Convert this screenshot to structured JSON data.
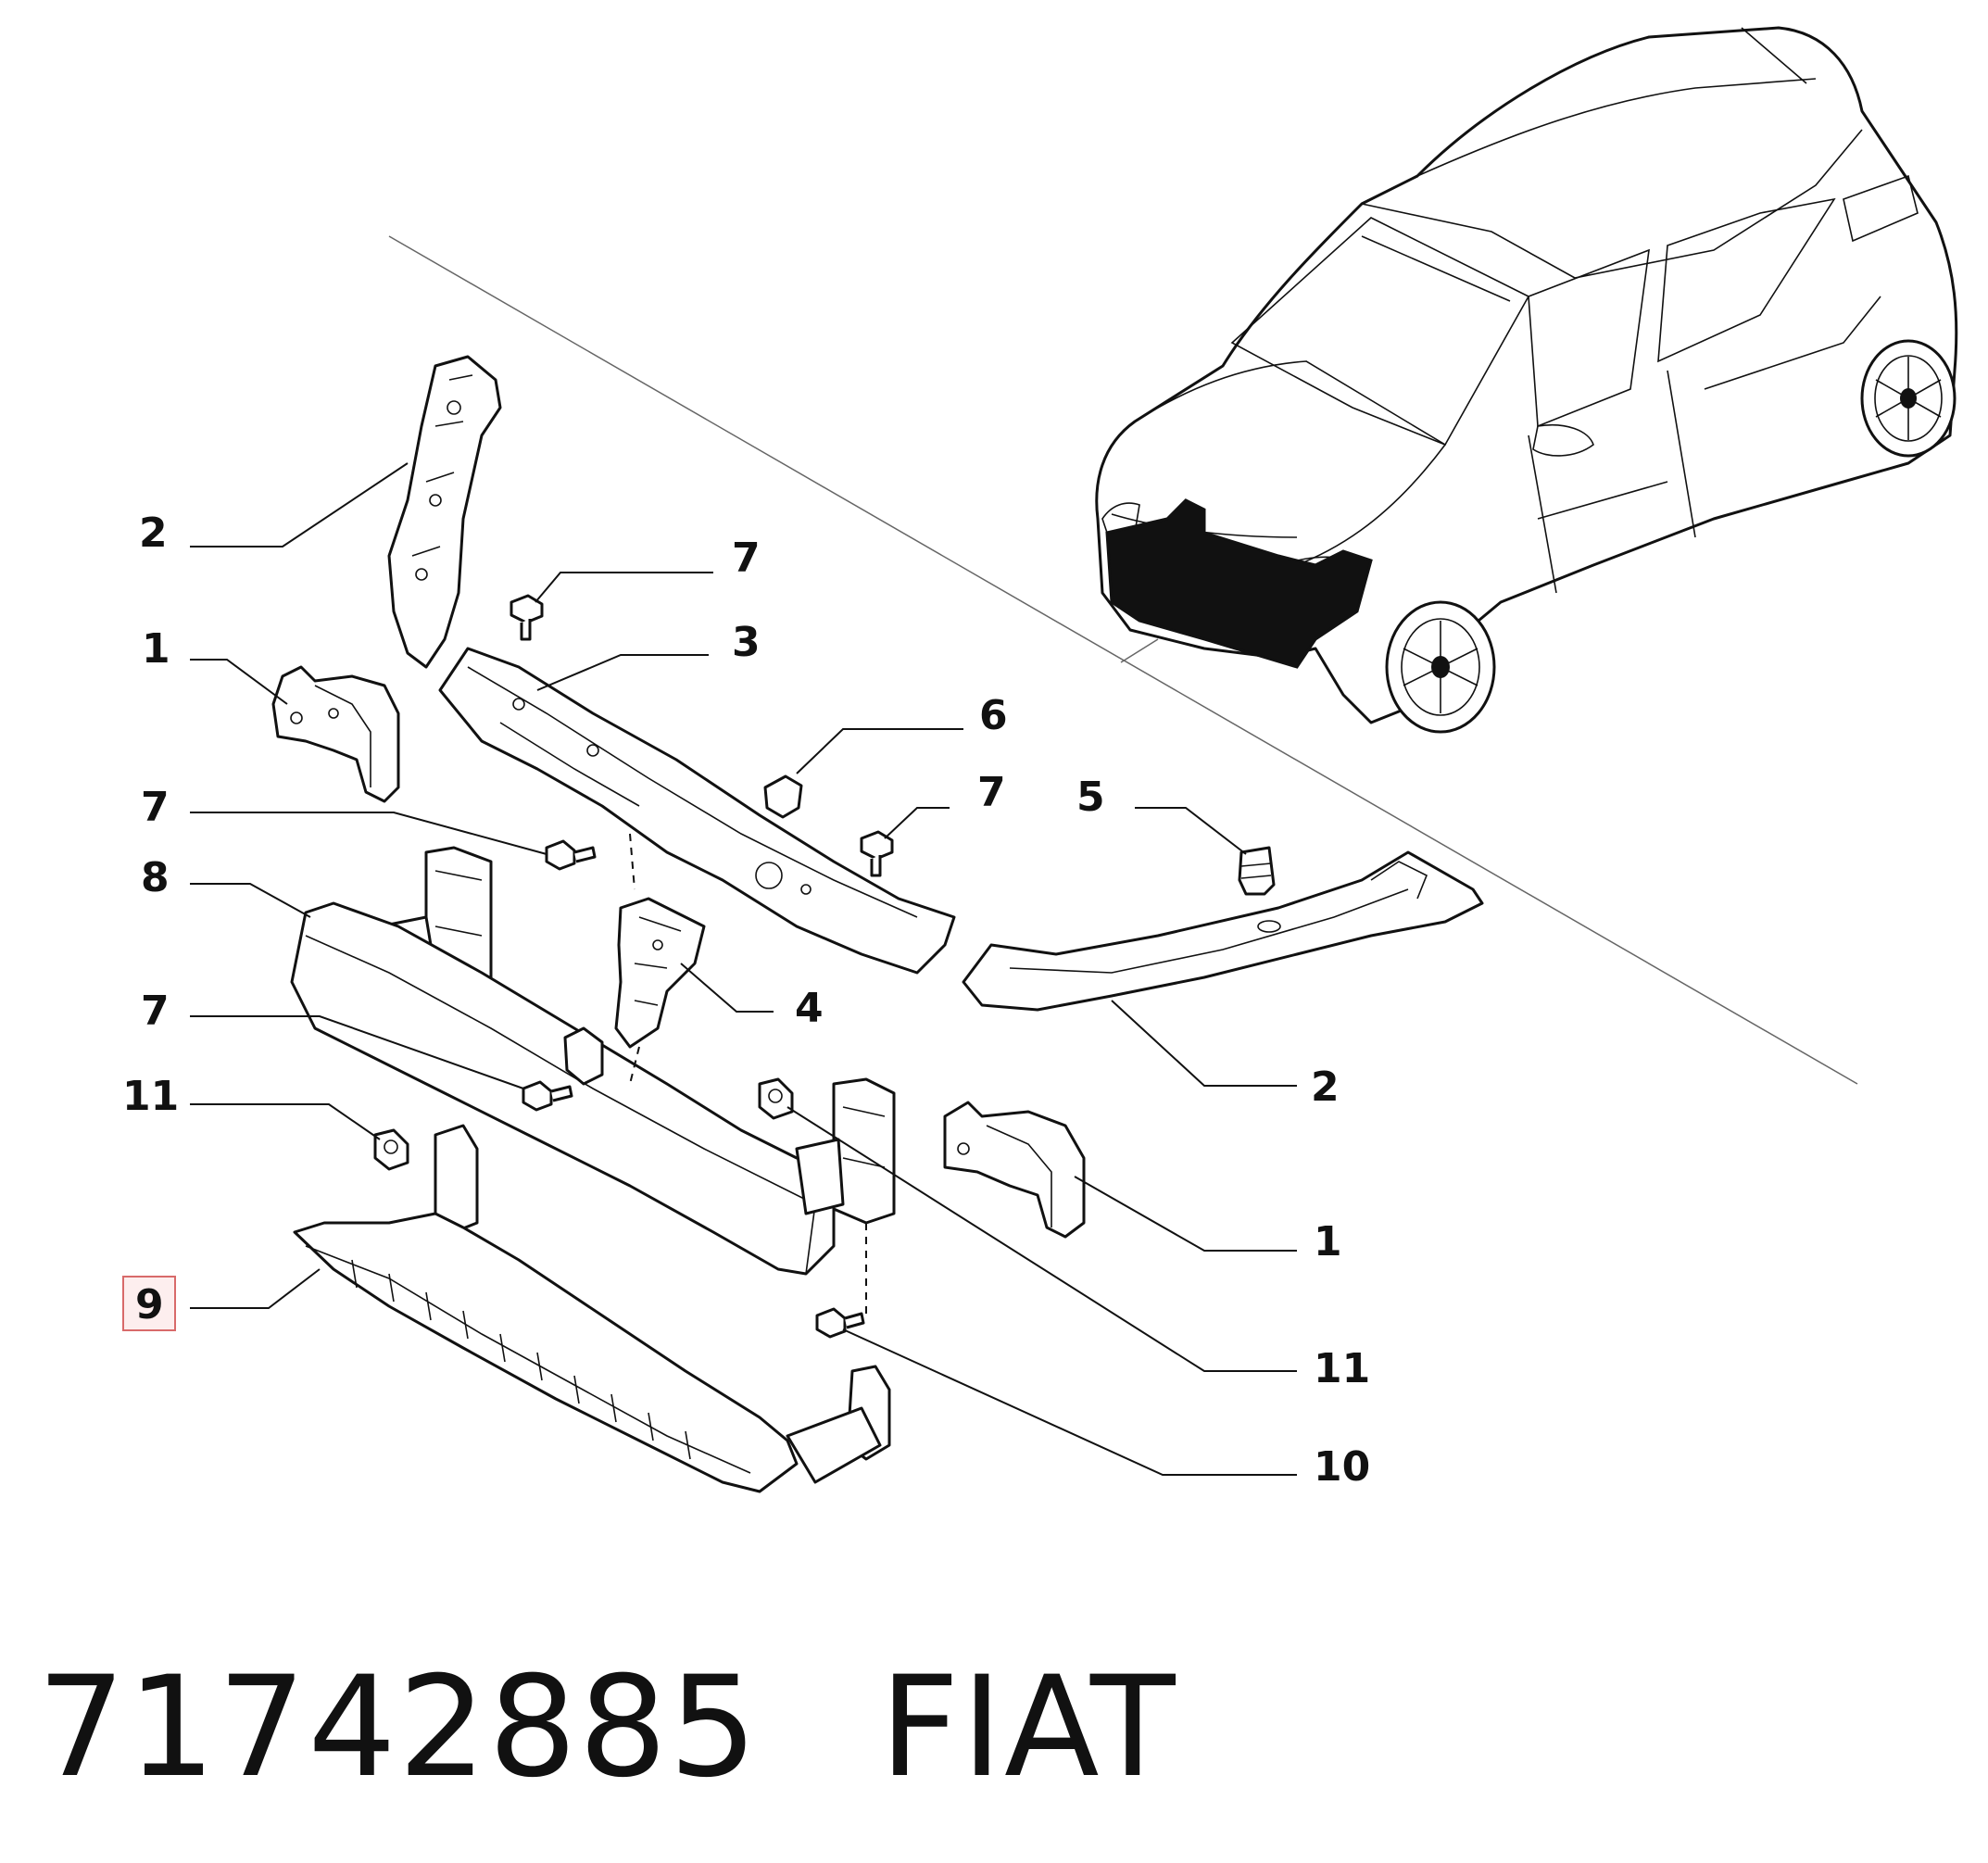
{
  "callouts": [
    {
      "id": "c2a",
      "label": "2"
    },
    {
      "id": "c7a",
      "label": "7"
    },
    {
      "id": "c1a",
      "label": "1"
    },
    {
      "id": "c3",
      "label": "3"
    },
    {
      "id": "c6",
      "label": "6"
    },
    {
      "id": "c7b",
      "label": "7"
    },
    {
      "id": "c7c",
      "label": "7"
    },
    {
      "id": "c5",
      "label": "5"
    },
    {
      "id": "c8",
      "label": "8"
    },
    {
      "id": "c4",
      "label": "4"
    },
    {
      "id": "c7d",
      "label": "7"
    },
    {
      "id": "c2b",
      "label": "2"
    },
    {
      "id": "c11a",
      "label": "11"
    },
    {
      "id": "c1b",
      "label": "1"
    },
    {
      "id": "c9",
      "label": "9",
      "highlighted": true
    },
    {
      "id": "c11b",
      "label": "11"
    },
    {
      "id": "c10",
      "label": "10"
    }
  ],
  "footer": {
    "part_number": "71742885",
    "brand": "FIAT"
  },
  "colors": {
    "line": "#111111",
    "highlight_border": "#d86a6a",
    "highlight_fill": "#fdeeee"
  }
}
